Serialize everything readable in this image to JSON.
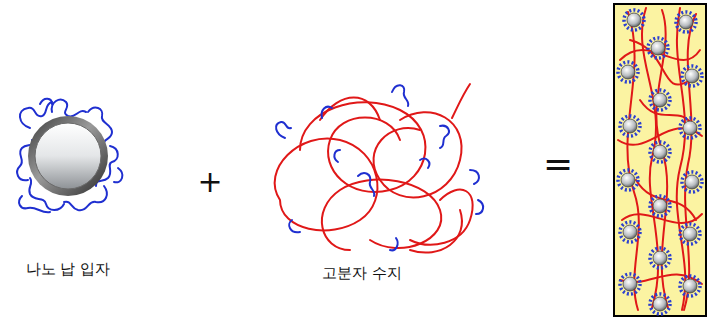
{
  "diagram": {
    "labels": [
      "나노 납 입자",
      "+",
      "고분자 수지",
      "="
    ]
  }
}
